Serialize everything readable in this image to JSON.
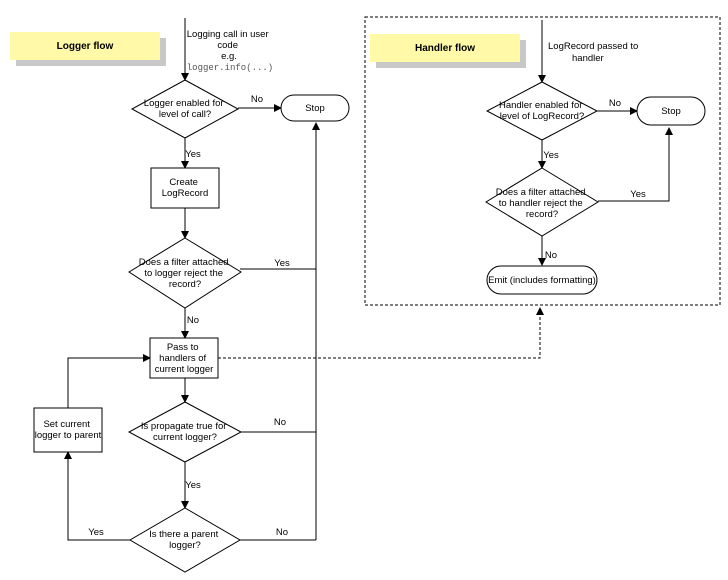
{
  "logger_flow": {
    "title": "Logger flow",
    "start_text": [
      "Logging call in user",
      "code",
      "e.g."
    ],
    "start_code": "logger.info(...)",
    "enabled_decision": [
      "Logger enabled for",
      "level of call?"
    ],
    "stop": "Stop",
    "create_record": [
      "Create",
      "LogRecord"
    ],
    "filter_decision": [
      "Does a filter attached",
      "to logger reject the",
      "record?"
    ],
    "pass_to_handlers": [
      "Pass to",
      "handlers of",
      "current logger"
    ],
    "propagate_decision": [
      "Is propagate true for",
      "current logger?"
    ],
    "parent_decision": [
      "Is there a parent",
      "logger?"
    ],
    "set_parent": [
      "Set current",
      "logger to parent"
    ],
    "labels": {
      "no": "No",
      "yes": "Yes"
    }
  },
  "handler_flow": {
    "title": "Handler flow",
    "start_text": [
      "LogRecord passed to",
      "handler"
    ],
    "enabled_decision": [
      "Handler enabled for",
      "level of LogRecord?"
    ],
    "stop": "Stop",
    "filter_decision": [
      "Does a filter attached",
      "to handler reject the",
      "record?"
    ],
    "emit": "Emit (includes formatting)"
  },
  "colors": {
    "title_fill": "#fff9a8",
    "title_shadow": "#c8c8c8"
  }
}
